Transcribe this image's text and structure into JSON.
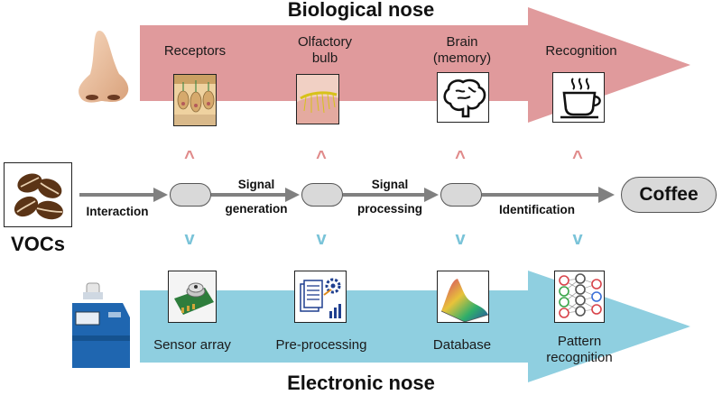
{
  "titles": {
    "top": "Biological nose",
    "bottom": "Electronic nose"
  },
  "biological": {
    "stages": [
      {
        "label": "Receptors",
        "icon": "receptor-cells-icon"
      },
      {
        "label": "Olfactory bulb",
        "label_lines": [
          "Olfactory",
          "bulb"
        ],
        "icon": "olfactory-bulb-icon"
      },
      {
        "label": "Brain (memory)",
        "label_lines": [
          "Brain",
          "(memory)"
        ],
        "icon": "brain-icon"
      },
      {
        "label": "Recognition",
        "icon": "coffee-cup-icon"
      }
    ],
    "arrow_color": "#e09a9c"
  },
  "electronic": {
    "stages": [
      {
        "label": "Sensor array",
        "icon": "sensor-chip-icon"
      },
      {
        "label": "Pre-processing",
        "icon": "document-gear-icon"
      },
      {
        "label": "Database",
        "icon": "surface-plot-icon"
      },
      {
        "label": "Pattern recognition",
        "label_lines": [
          "Pattern",
          "recognition"
        ],
        "icon": "neural-network-icon"
      }
    ],
    "arrow_color": "#8fcfe0"
  },
  "flow": {
    "input": {
      "label": "VOCs",
      "icon": "coffee-beans-icon"
    },
    "steps": [
      "Interaction",
      "Signal generation",
      "Signal processing",
      "Identification"
    ],
    "step_lines": [
      [
        "Interaction"
      ],
      [
        "Signal",
        "generation"
      ],
      [
        "Signal",
        "processing"
      ],
      [
        "Identification"
      ]
    ],
    "output": "Coffee",
    "up_symbol": "^",
    "down_symbol": "v",
    "up_color": "#e08a8a",
    "down_color": "#79c3d8"
  }
}
